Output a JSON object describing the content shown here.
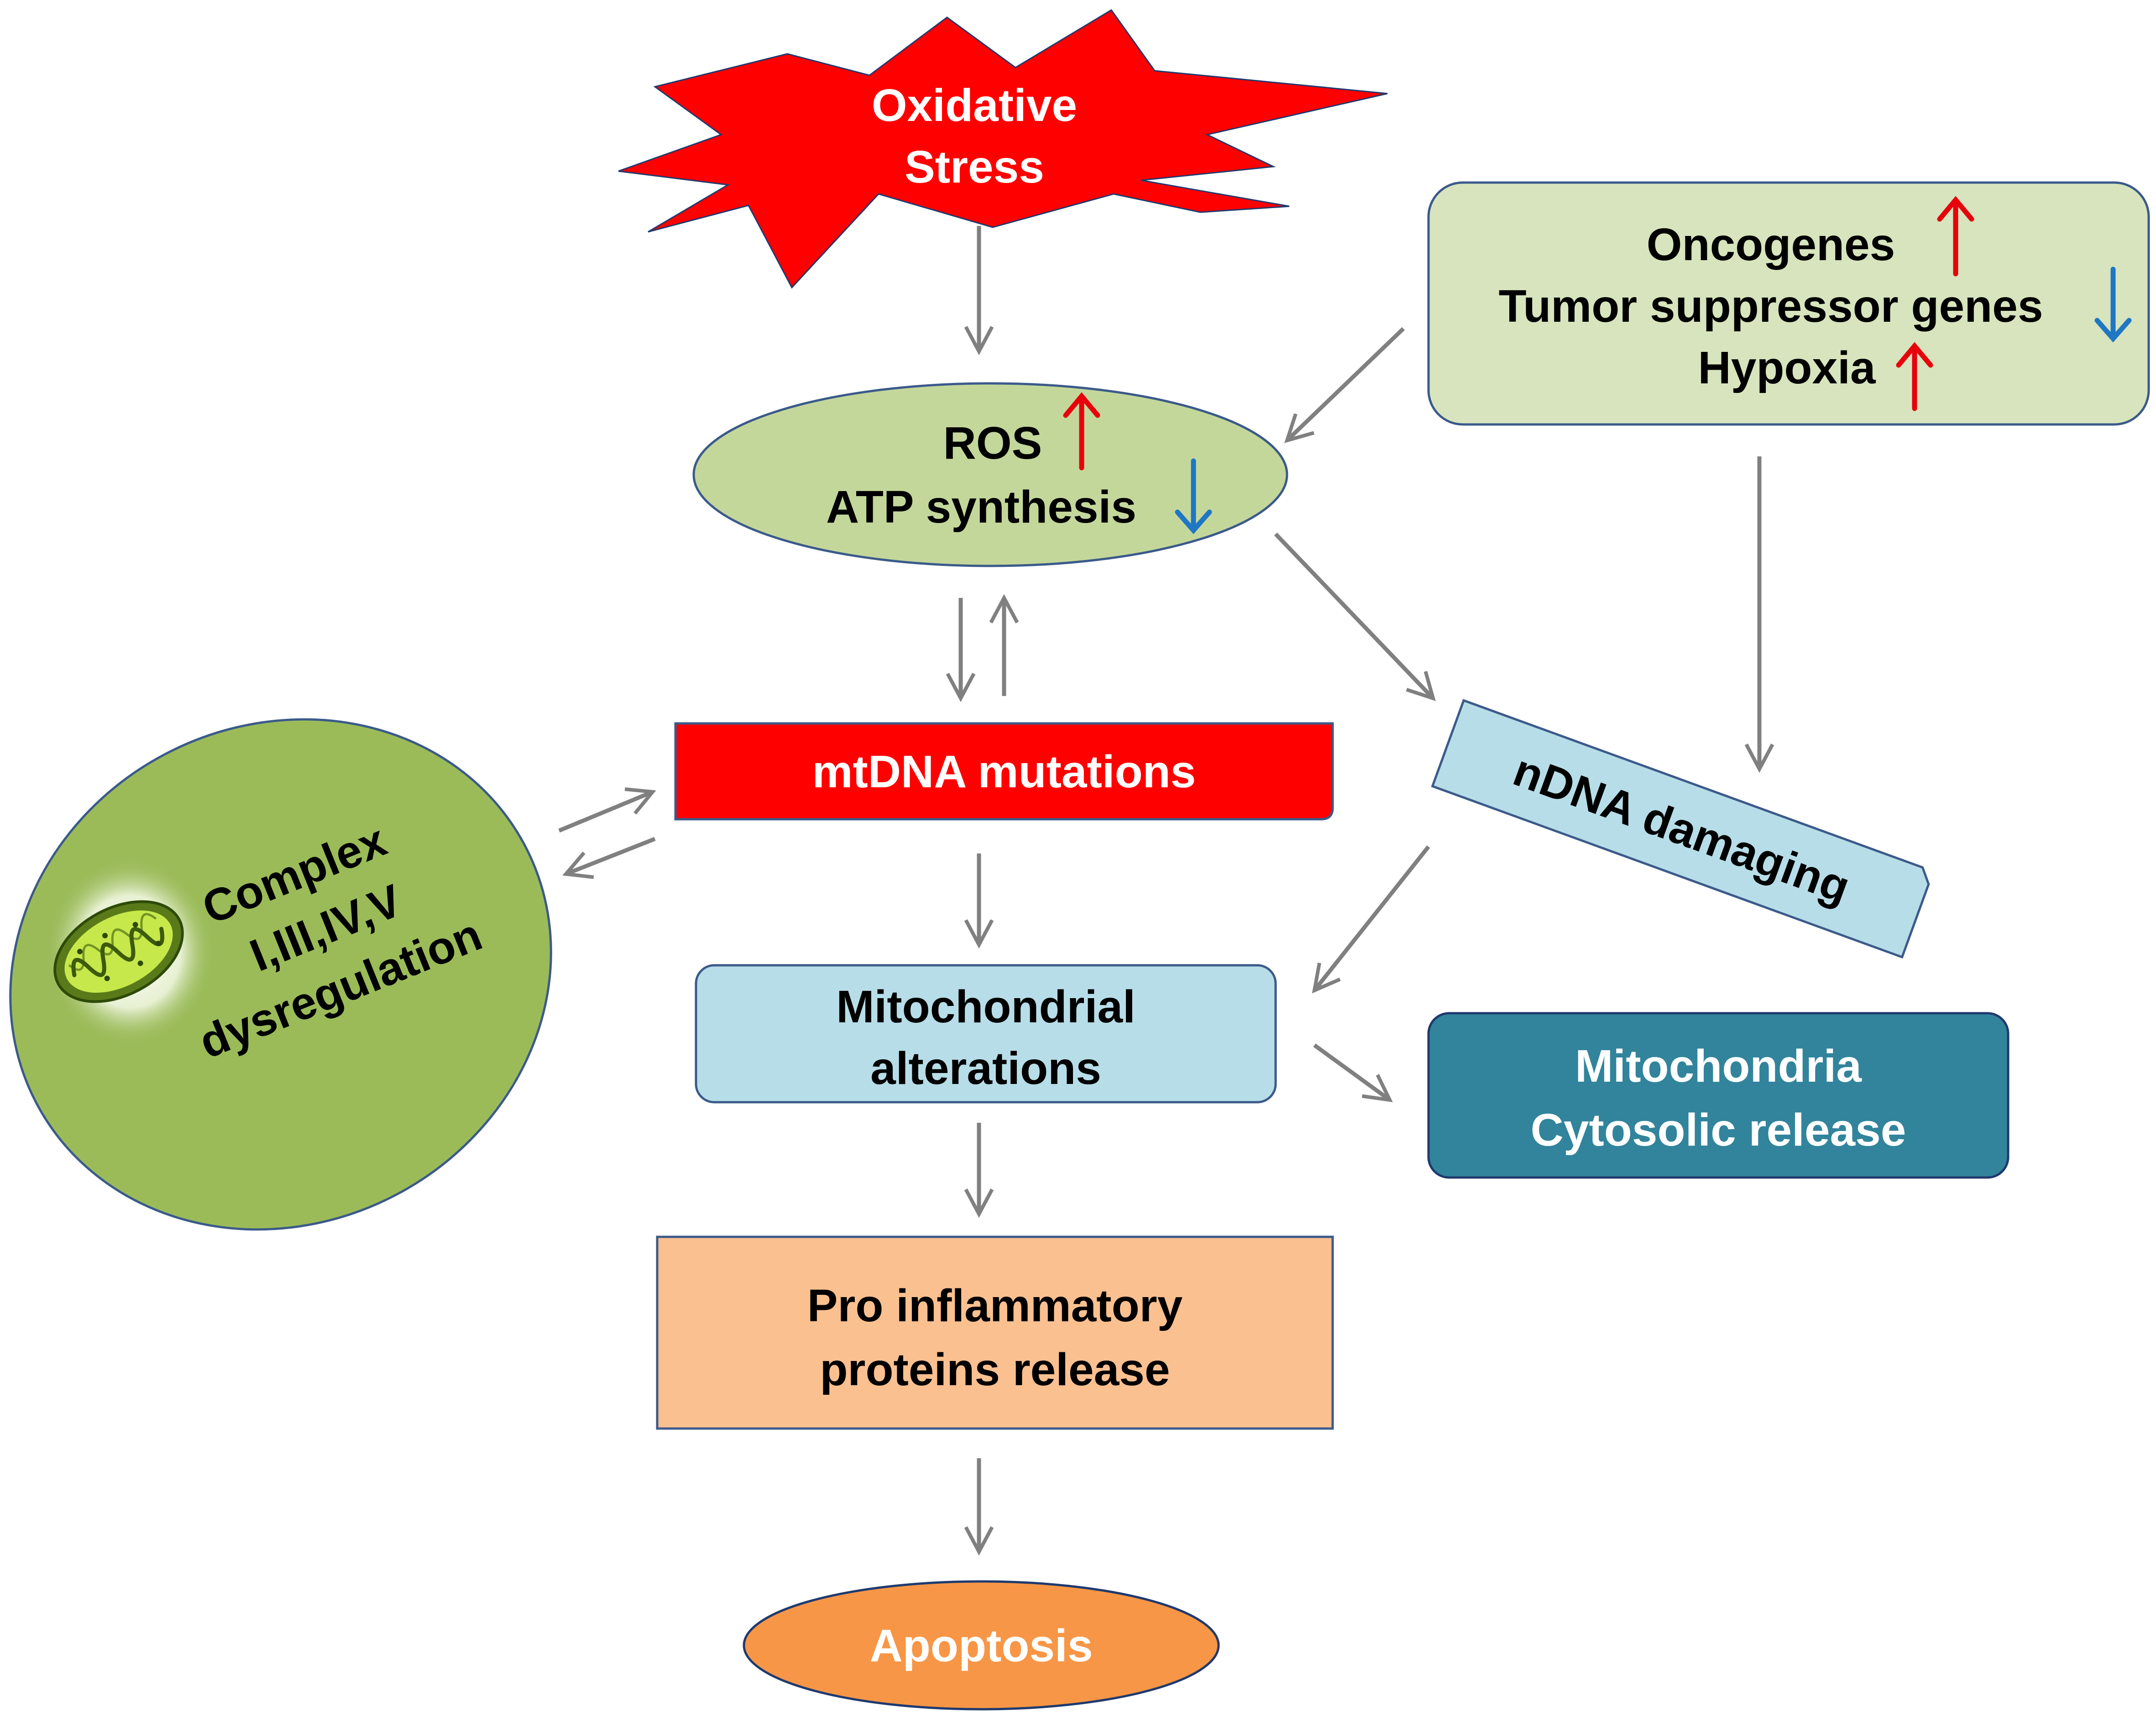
{
  "nodes": {
    "oxidative_stress": {
      "line1": "Oxidative",
      "line2": "Stress"
    },
    "ros": {
      "line1": "ROS",
      "line2": "ATP synthesis"
    },
    "genes": {
      "line1": "Oncogenes",
      "line2": "Tumor suppressor genes",
      "line3": "Hypoxia"
    },
    "mtdna": {
      "label": "mtDNA mutations"
    },
    "ndna": {
      "label": "nDNA damaging"
    },
    "complex": {
      "line1": "Complex",
      "line2": "I,III,IV,V",
      "line3": "dysregulation"
    },
    "mito_alt": {
      "line1": "Mitochondrial",
      "line2": "alterations"
    },
    "cytosolic": {
      "line1": "Mitochondria",
      "line2": "Cytosolic release"
    },
    "proinflam": {
      "line1": "Pro inflammatory",
      "line2": "proteins release"
    },
    "apoptosis": {
      "label": "Apoptosis"
    }
  },
  "indicators": {
    "ros": "up",
    "atp_synthesis": "down",
    "oncogenes": "up",
    "tumor_suppressor_genes": "down",
    "hypoxia": "up"
  },
  "colors": {
    "arrow": "#808080",
    "up_arrow": "#e8000b",
    "down_arrow": "#1f77c4",
    "starburst": "#ff0000",
    "ros_ellipse": "#c4d79b",
    "genes_box": "#d7e4bd",
    "mtdna_box": "#ff0000",
    "ndna_box": "#b7dde8",
    "complex_ellipse": "#9bbb59",
    "mito_alt_box": "#b7dde8",
    "cytosolic_box": "#31849b",
    "proinflam_box": "#fac090",
    "apoptosis_ellipse": "#f79646",
    "outline": "#3b5a8a"
  }
}
